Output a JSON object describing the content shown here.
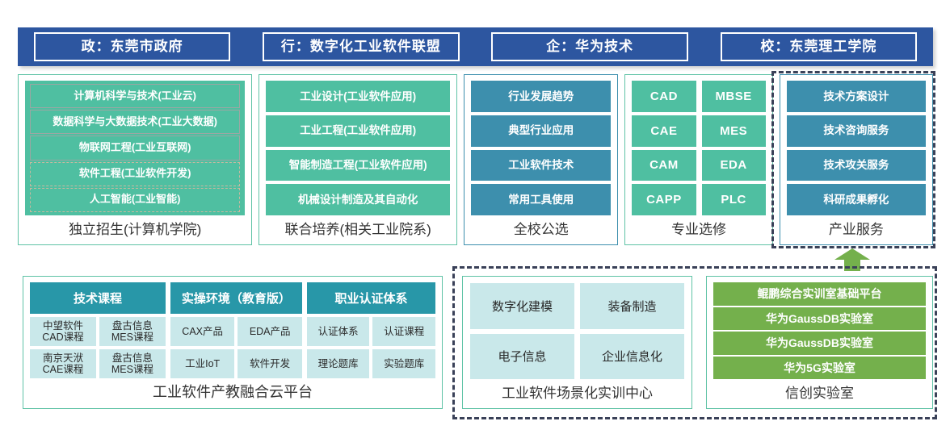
{
  "header": {
    "chips": [
      {
        "label": "政：东莞市政府"
      },
      {
        "label": "行：数字化工业软件联盟"
      },
      {
        "label": "企：华为技术"
      },
      {
        "label": "校：东莞理工学院"
      }
    ],
    "bar_color": "#2D56A0"
  },
  "top_panels": [
    {
      "caption": "独立招生(计算机学院)",
      "style": "green",
      "items": [
        {
          "label": "计算机科学与技术(工业云)",
          "border": "solid"
        },
        {
          "label": "数据科学与大数据技术(工业大数据)",
          "border": "solid"
        },
        {
          "label": "物联网工程(工业互联网)",
          "border": "solid"
        },
        {
          "label": "软件工程(工业软件开发)",
          "border": "dashed"
        },
        {
          "label": "人工智能(工业智能)",
          "border": "dashed"
        }
      ]
    },
    {
      "caption": "联合培养(相关工业院系)",
      "style": "green",
      "items": [
        {
          "label": "工业设计(工业软件应用)"
        },
        {
          "label": "工业工程(工业软件应用)"
        },
        {
          "label": "智能制造工程(工业软件应用)"
        },
        {
          "label": "机械设计制造及其自动化"
        }
      ]
    },
    {
      "caption": "全校公选",
      "style": "blue",
      "items": [
        {
          "label": "行业发展趋势"
        },
        {
          "label": "典型行业应用"
        },
        {
          "label": "工业软件技术"
        },
        {
          "label": "常用工具使用"
        }
      ]
    },
    {
      "caption": "专业选修",
      "style": "green-grid",
      "items": [
        {
          "label": "CAD"
        },
        {
          "label": "MBSE"
        },
        {
          "label": "CAE"
        },
        {
          "label": "MES"
        },
        {
          "label": "CAM"
        },
        {
          "label": "EDA"
        },
        {
          "label": "CAPP"
        },
        {
          "label": "PLC"
        }
      ]
    },
    {
      "caption": "产业服务",
      "style": "blue",
      "dashed_outline": true,
      "items": [
        {
          "label": "技术方案设计"
        },
        {
          "label": "技术咨询服务"
        },
        {
          "label": "技术攻关服务"
        },
        {
          "label": "科研成果孵化"
        }
      ]
    }
  ],
  "bottom_left": {
    "caption": "工业软件产教融合云平台",
    "groups": [
      {
        "header": "技术课程",
        "rows": [
          [
            "中望软件\nCAD课程",
            "盘古信息\nMES课程"
          ],
          [
            "南京天洑\nCAE课程",
            "盘古信息\nMES课程"
          ]
        ]
      },
      {
        "header": "实操环境（教育版）",
        "rows": [
          [
            "CAX产品",
            "EDA产品"
          ],
          [
            "工业IoT",
            "软件开发"
          ]
        ]
      },
      {
        "header": "职业认证体系",
        "rows": [
          [
            "认证体系",
            "认证课程"
          ],
          [
            "理论题库",
            "实验题库"
          ]
        ]
      }
    ]
  },
  "bottom_mid": {
    "caption": "工业软件场景化实训中心",
    "cells": [
      "数字化建模",
      "装备制造",
      "电子信息",
      "企业信息化"
    ]
  },
  "bottom_right": {
    "caption": "信创实验室",
    "items": [
      "鲲鹏综合实训室基础平台",
      "华为GaussDB实验室",
      "华为GaussDB实验室",
      "华为5G实验室"
    ]
  },
  "arrow": {
    "name": "up-arrow",
    "color": "#74B04C"
  },
  "colors": {
    "header_blue": "#2D56A0",
    "teal_green": "#4FBFA1",
    "steel_blue": "#3D8FAD",
    "table_head_teal": "#2897A8",
    "light_cyan": "#C9E8EA",
    "lab_green": "#74B04C",
    "dashed_outline": "#3A4158"
  }
}
